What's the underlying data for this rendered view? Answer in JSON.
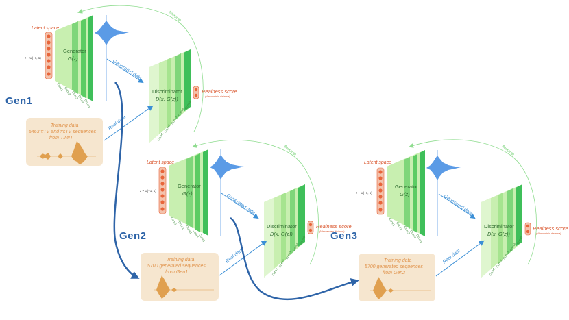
{
  "colors": {
    "generator_dark": "#3fbf5a",
    "generator_light": "#c8efb0",
    "flow_arrow": "#3b8fd6",
    "big_arrow": "#2e64a8",
    "feedback": "#8fdc8f",
    "latent": "#e8653a",
    "training_box": "#f6e6cf",
    "waveform_gen": "#5b9be6",
    "waveform_train": "#e0a050"
  },
  "gen1": {
    "label": "Gen1",
    "latent": "Latent space",
    "z_formula": "z ~ U(−1, 1)",
    "generator": "Generator",
    "generator_fn": "G(z)",
    "conv_g": [
      "Conv1",
      "Conv2",
      "Conv3",
      "Conv4",
      "Conv5"
    ],
    "generated": "Generated data",
    "real": "Real data",
    "backprop": "Backprop",
    "discriminator": "Discriminator",
    "discriminator_fn": "D(x, G(z))",
    "conv_d": [
      "Conv5",
      "Conv4",
      "Conv3",
      "Conv2",
      "Conv1"
    ],
    "realness": "Realness score",
    "realness_sub": "(Wasserstein distance)",
    "training_title": "Training data",
    "training_line1": "5463 #TV and #sTV sequences",
    "training_line2": "from TIMIT"
  },
  "gen2": {
    "label": "Gen2",
    "latent": "Latent space",
    "z_formula": "z ~ U(−1, 1)",
    "generator": "Generator",
    "generator_fn": "G(z)",
    "conv_g": [
      "Conv1",
      "Conv2",
      "Conv3",
      "Conv4",
      "Conv5"
    ],
    "generated": "Generated data",
    "real": "Real data",
    "backprop": "Backprop",
    "discriminator": "Discriminator",
    "discriminator_fn": "D(x, G(z))",
    "conv_d": [
      "Conv5",
      "Conv4",
      "Conv3",
      "Conv2",
      "Conv1"
    ],
    "realness": "Realness score",
    "realness_sub": "(Wasserstein distance)",
    "training_title": "Training data",
    "training_line1": "5700 generated sequences",
    "training_line2": "from Gen1"
  },
  "gen3": {
    "label": "Gen3",
    "latent": "Latent space",
    "z_formula": "z ~ U(−1, 1)",
    "generator": "Generator",
    "generator_fn": "G(z)",
    "conv_g": [
      "Conv1",
      "Conv2",
      "Conv3",
      "Conv4",
      "Conv5"
    ],
    "generated": "Generated data",
    "real": "Real data",
    "backprop": "Backprop",
    "discriminator": "Discriminator",
    "discriminator_fn": "D(x, G(z))",
    "conv_d": [
      "Conv5",
      "Conv4",
      "Conv3",
      "Conv2",
      "Conv1"
    ],
    "realness": "Realness score",
    "realness_sub": "(Wasserstein distance)",
    "training_title": "Training data",
    "training_line1": "5700 generated sequences",
    "training_line2": "from Gen2"
  }
}
